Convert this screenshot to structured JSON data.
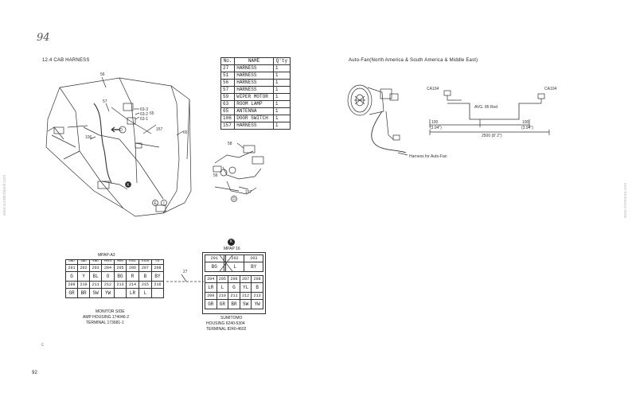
{
  "page": {
    "handwritten_number": "94",
    "footer_page_number": "92",
    "side_text_left": "www.sundentapoll.com",
    "side_text_right": "www.cinnvarsa.com"
  },
  "section": {
    "title": "12.4  CAB HARNESS"
  },
  "parts_table": {
    "headers": [
      "No.",
      "NAME",
      "Q'ty"
    ],
    "rows": [
      [
        "27",
        "HARNESS",
        "1"
      ],
      [
        "51",
        "HARNESS",
        "1"
      ],
      [
        "56",
        "HARNESS",
        "1"
      ],
      [
        "57",
        "HARNESS",
        "1"
      ],
      [
        "59",
        "WIPER MOTOR",
        "1"
      ],
      [
        "63",
        "ROOM LAMP",
        "1"
      ],
      [
        "65",
        "ANTENNA",
        "1"
      ],
      [
        "106",
        "DOOR SWITCH",
        "1"
      ],
      [
        "157",
        "HARNESS",
        "1"
      ]
    ]
  },
  "cab_labels": {
    "l56": "56",
    "l57": "57",
    "l65": "65",
    "l106": "106",
    "l157": "157",
    "l58": "58",
    "l63_3": "63-3",
    "l63_2": "63-2",
    "l63_1": "63-1",
    "circle_d": "D",
    "circle_k": "K",
    "circle_e": "E",
    "circle_i": "I",
    "sub_56": "56",
    "sub_157": "157",
    "sub_d": "D"
  },
  "autofan": {
    "title": "Auto-Fan(North America & South America & Middle East)",
    "harness_label": "Harness for Auto-Fan",
    "connector_left": "CA104",
    "connector_right": "CA104",
    "wire_label": "AVG. 85 Red",
    "dim_left": "100",
    "dim_left_in": "(3.94\")",
    "dim_right": "100",
    "dim_right_in": "(3.94\")",
    "dim_total": "2500 (8' 2\")"
  },
  "connector_monitor": {
    "name": "MPAP-A3",
    "header": [
      "GND",
      "GND",
      "ENG",
      "PRES",
      "MON",
      "FUEL",
      "SIGS",
      "CS"
    ],
    "row1": [
      "201",
      "202",
      "203",
      "204",
      "205",
      "206",
      "207",
      "208"
    ],
    "row2": [
      "G",
      "Y",
      "BL",
      "O",
      "BG",
      "R",
      "B",
      "BY"
    ],
    "row3": [
      "209",
      "210",
      "211",
      "212",
      "213",
      "214",
      "215",
      "216"
    ],
    "row4": [
      "GR",
      "BR",
      "SW",
      "YW",
      "",
      "LR",
      "L",
      ""
    ],
    "caption1": "MONITOR SIDE",
    "caption2": "AMP  HOUSING  174046-2",
    "caption3": "TERMINAL  173681-1",
    "link": "27"
  },
  "connector_sumitomo": {
    "name": "MPAP 16",
    "circle": "K",
    "top_num": [
      "201",
      "",
      "202",
      "203"
    ],
    "top_col": [
      "BG",
      "",
      "L",
      "BY"
    ],
    "mid_num": [
      "204",
      "205",
      "206",
      "207",
      "208"
    ],
    "mid_col": [
      "LR",
      "L",
      "G",
      "YL",
      "B"
    ],
    "bot_num": [
      "209",
      "210",
      "211",
      "212",
      "213"
    ],
    "bot_col": [
      "GR",
      "GR",
      "BR",
      "SW",
      "YW"
    ],
    "caption1": "SUMITOMO",
    "caption2": "HOUSING  6240-5304",
    "caption3": "TERMINAL  8240-4602"
  },
  "margin_marks": {
    "mark": "c"
  }
}
